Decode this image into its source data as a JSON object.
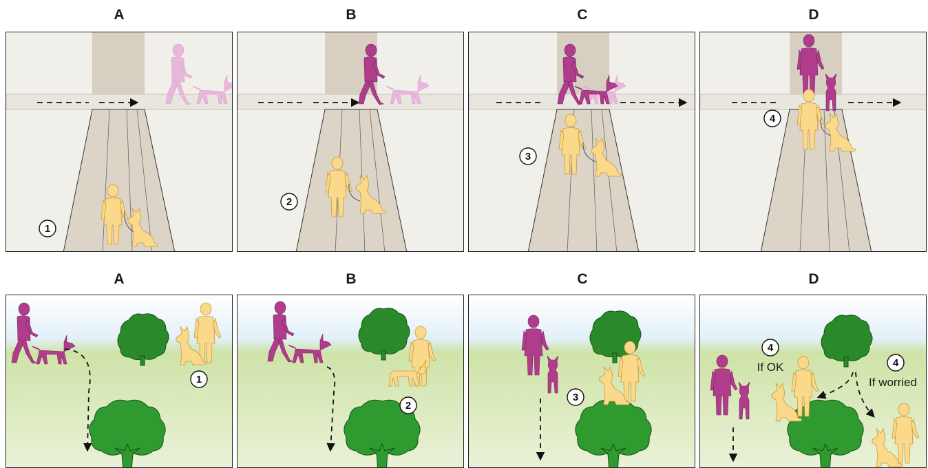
{
  "top_row": {
    "panels": [
      {
        "letter": "A",
        "step": "1"
      },
      {
        "letter": "B",
        "step": "2"
      },
      {
        "letter": "C",
        "step": "3"
      },
      {
        "letter": "D",
        "step": "4"
      }
    ]
  },
  "bottom_row": {
    "panels": [
      {
        "letter": "A",
        "step": "1"
      },
      {
        "letter": "B",
        "step": "2"
      },
      {
        "letter": "C",
        "step": "3"
      },
      {
        "letter": "D",
        "step_ok": "4",
        "caption_ok": "If OK",
        "step_worried": "4",
        "caption_worried": "If worried"
      }
    ]
  },
  "colors": {
    "owner": "#fbd98a",
    "other_walker": "#b03d8c",
    "other_walker_faded": "#e8b8dc",
    "sidewalk": "#d9d0c4",
    "grass": "#cfe0a0",
    "sky": "#e6f2fa",
    "tree": "#2a8a2a"
  }
}
